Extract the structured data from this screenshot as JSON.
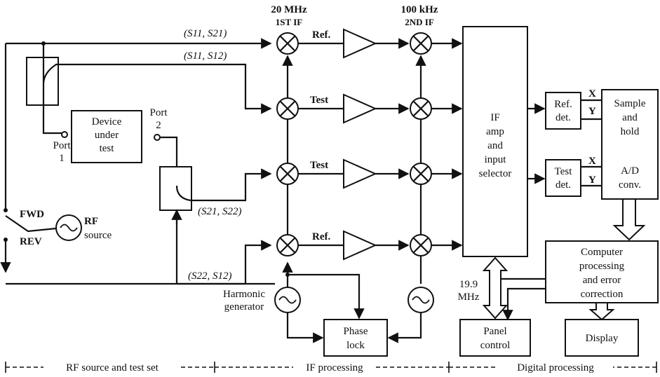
{
  "labels": {
    "if1_freq": "20 MHz",
    "if1_name": "1ST IF",
    "if2_freq": "100 kHz",
    "if2_name": "2ND IF",
    "s_top1": "(S11, S21)",
    "s_top2": "(S11, S12)",
    "s_mid": "(S21, S22)",
    "s_bot": "(S22, S12)",
    "ref_upper": "Ref.",
    "test_upper": "Test",
    "test_lower": "Test",
    "ref_lower": "Ref.",
    "port1": "Port",
    "port1_num": "1",
    "port2": "Port",
    "port2_num": "2",
    "fwd": "FWD",
    "rev": "REV",
    "rf": "RF",
    "source": "source",
    "harmonic": "Harmonic",
    "generator": "generator",
    "freq199": "19.9",
    "mhz": "MHz",
    "x_upper": "X",
    "y_upper": "Y",
    "x_lower": "X",
    "y_lower": "Y"
  },
  "blocks": {
    "dut": [
      "Device",
      "under",
      "test"
    ],
    "phase_lock": [
      "Phase",
      "lock"
    ],
    "if_amp": [
      "IF",
      "amp",
      "and",
      "input",
      "selector"
    ],
    "ref_det": [
      "Ref.",
      "det."
    ],
    "test_det": [
      "Test",
      "det."
    ],
    "sample_hold": [
      "Sample",
      "and",
      "hold"
    ],
    "ad": [
      "A/D",
      "conv."
    ],
    "computer": [
      "Computer",
      "processing",
      "and error",
      "correction"
    ],
    "panel": [
      "Panel",
      "control"
    ],
    "display": [
      "Display"
    ]
  },
  "sections": {
    "rf": "RF source and test set",
    "if": "IF processing",
    "digital": "Digital processing"
  }
}
